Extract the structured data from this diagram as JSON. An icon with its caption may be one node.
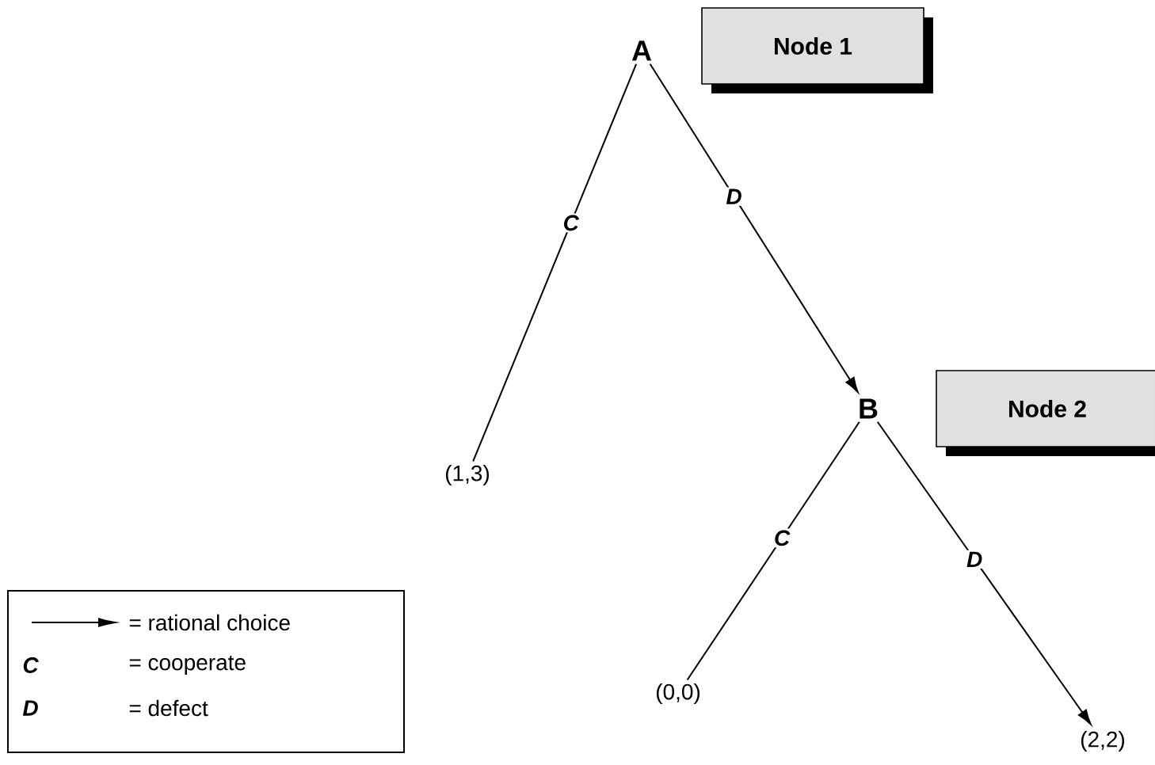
{
  "diagram": {
    "nodes": [
      {
        "text": [
          "A"
        ]
      },
      {
        "text": [
          "Node 1"
        ]
      },
      {
        "text": [
          "(1,3)"
        ]
      },
      {
        "text": [
          "B"
        ]
      },
      {
        "text": [
          "Node 2"
        ]
      },
      {
        "text": [
          "(0,0)"
        ]
      },
      {
        "text": [
          "(2,2)"
        ]
      }
    ],
    "edges": [
      {
        "from": 0,
        "to": 2,
        "arrow": "none",
        "label": "C"
      },
      {
        "from": 0,
        "to": 3,
        "arrow": "to",
        "label": "D"
      },
      {
        "from": 3,
        "to": 5,
        "arrow": "none",
        "label": "C"
      },
      {
        "from": 3,
        "to": 6,
        "arrow": "to",
        "label": "D"
      }
    ],
    "labels": [
      "C",
      "= cooperate",
      "D",
      "= defect"
    ],
    "legend": [
      {
        "text": "= rational choice"
      }
    ]
  }
}
